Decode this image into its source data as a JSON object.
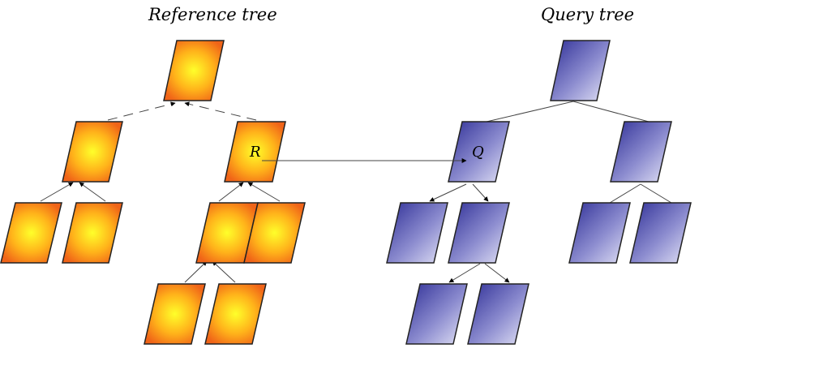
{
  "reference_tree": {
    "title": "Reference tree",
    "node_label": "R",
    "fill_colors": {
      "center": "#ffff2a",
      "edge": "#f06418"
    }
  },
  "query_tree": {
    "title": "Query tree",
    "node_label": "Q",
    "fill_colors": {
      "light": "#e6e6f7",
      "dark": "#2e2e96"
    }
  }
}
